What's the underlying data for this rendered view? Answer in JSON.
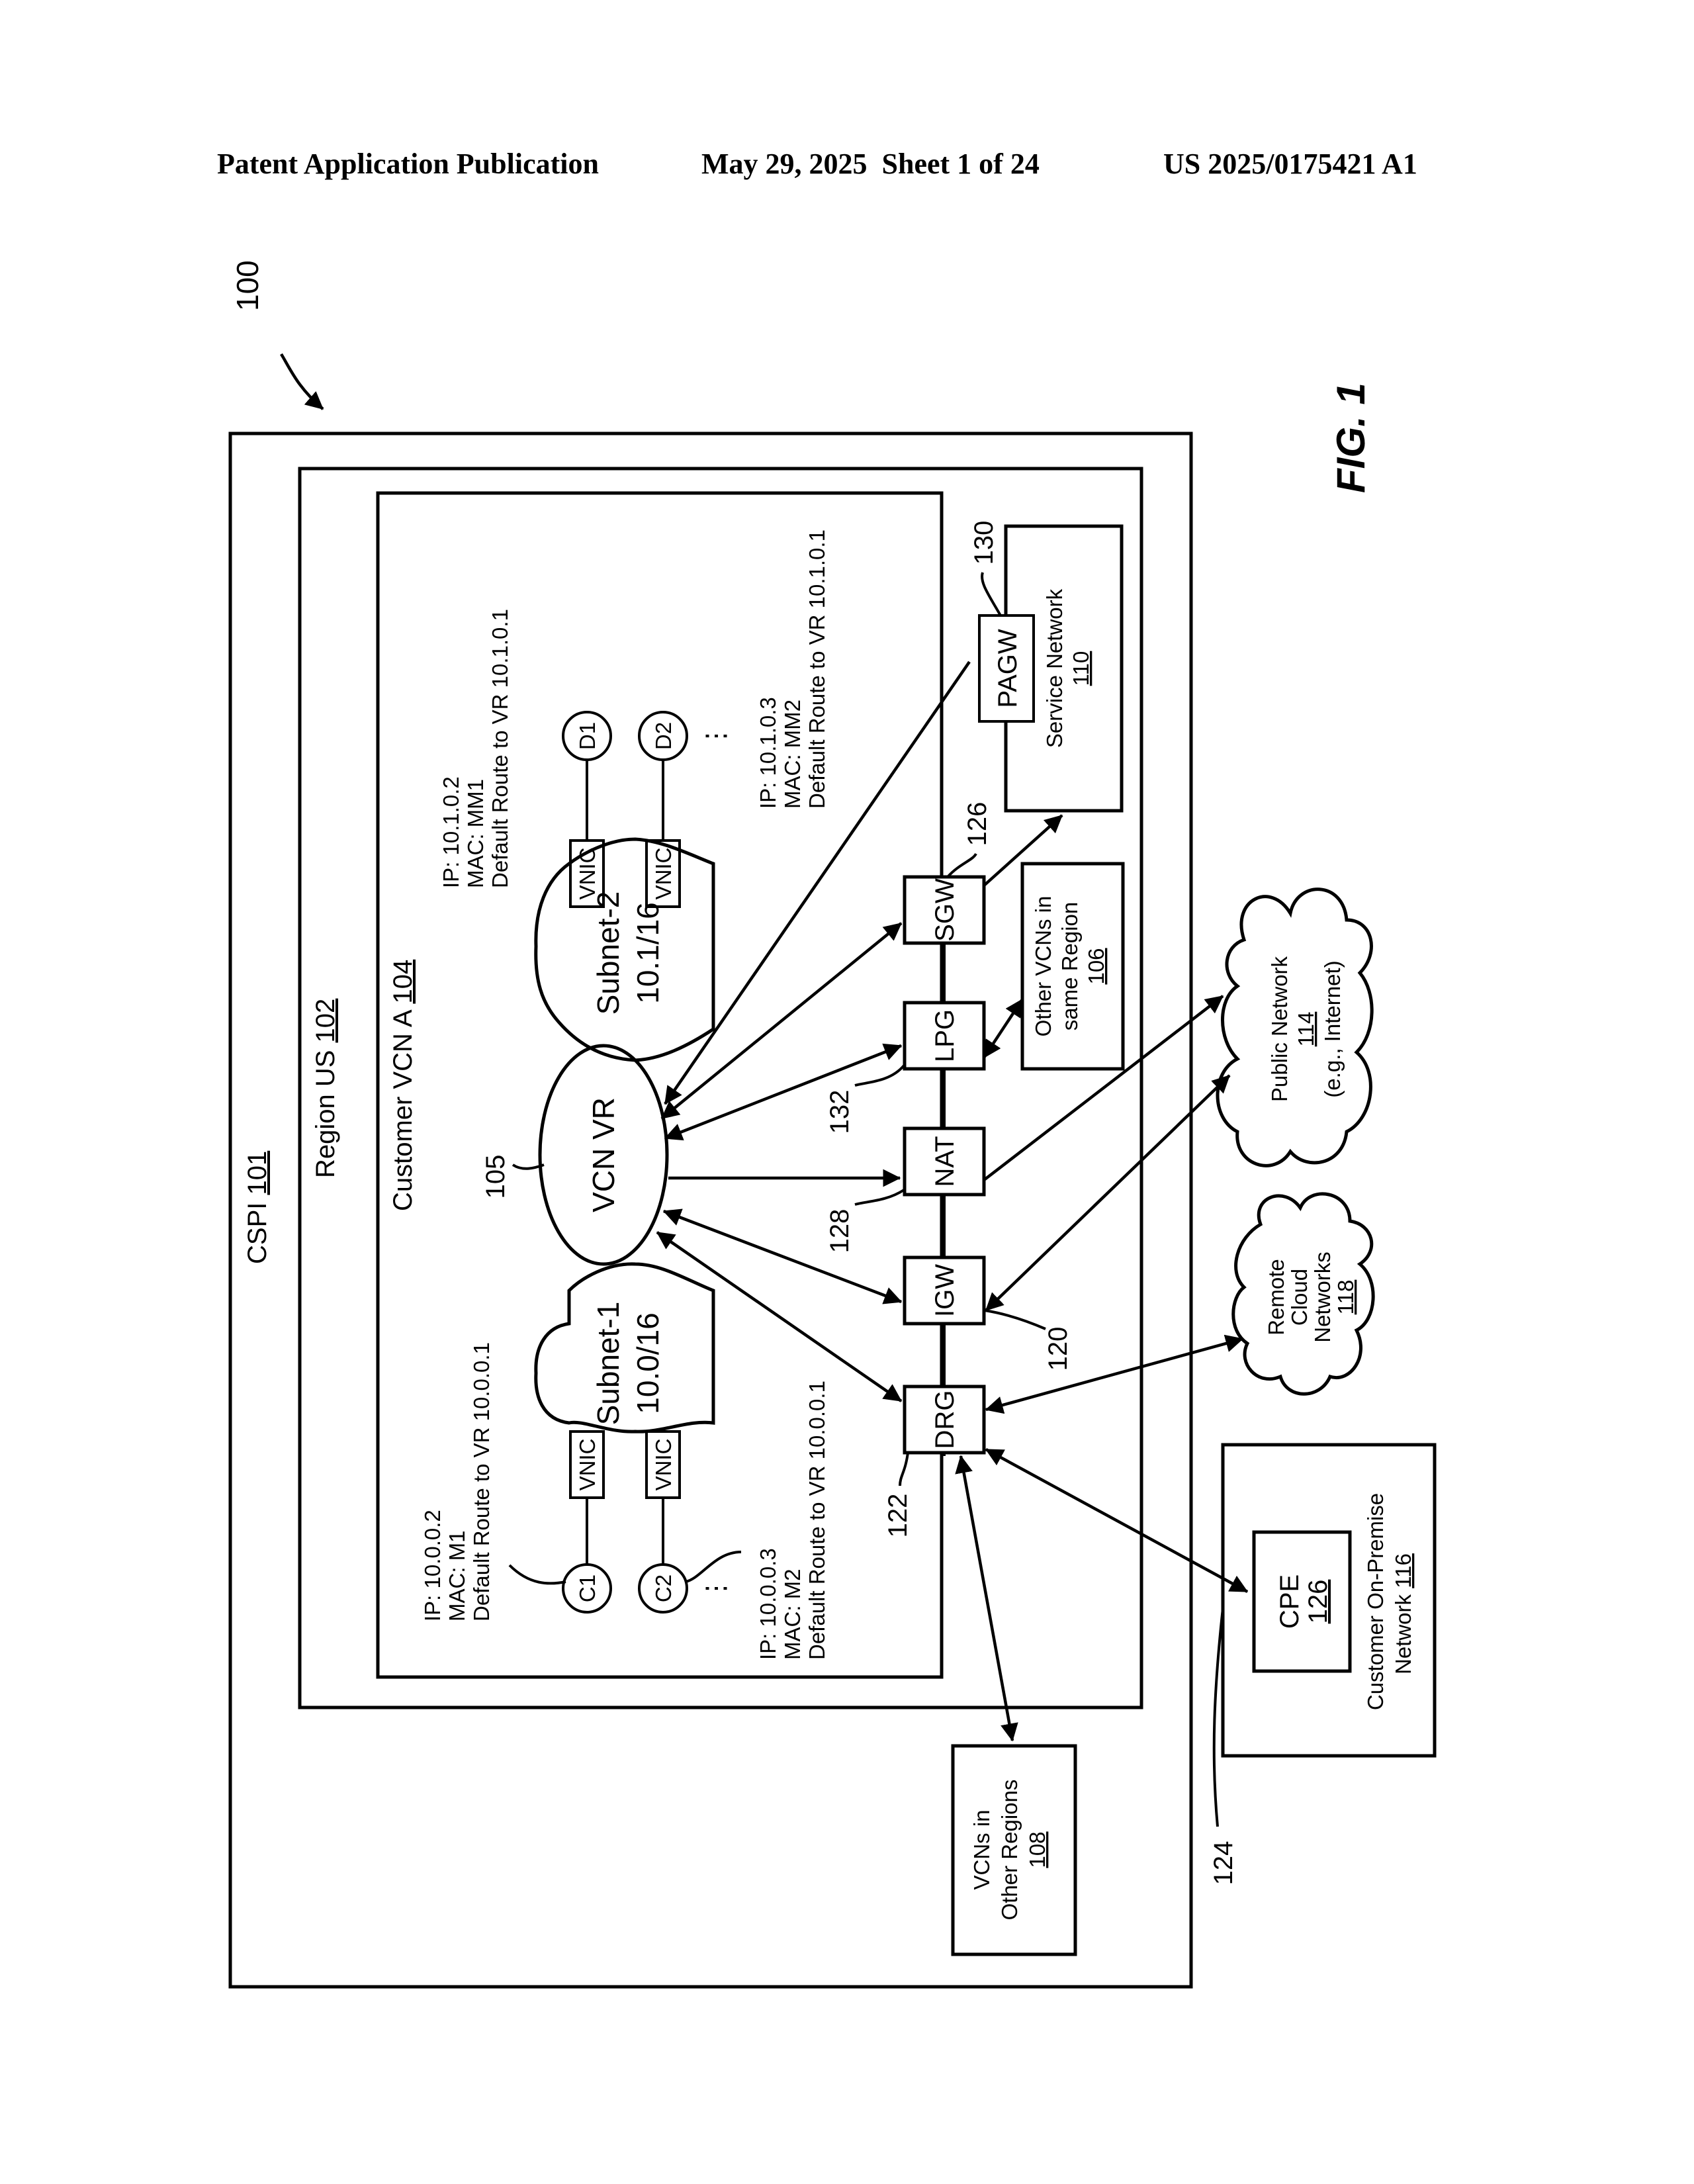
{
  "header": {
    "publication": "Patent Application Publication",
    "date_sheet": "May 29, 2025  Sheet 1 of 24",
    "number": "US 2025/0175421 A1"
  },
  "figure": {
    "label": "FIG. 1",
    "ref_100": "100"
  },
  "nodes": {
    "cspi": {
      "name": "CSPI",
      "ref": "101"
    },
    "region": {
      "name": "Region US",
      "ref": "102"
    },
    "vcn": {
      "name": "Customer VCN A",
      "ref": "104"
    },
    "vcn_vr": {
      "name": "VCN VR",
      "ref": "105"
    },
    "subnet1": {
      "name": "Subnet-1",
      "cidr": "10.0/16"
    },
    "subnet2": {
      "name": "Subnet-2",
      "cidr": "10.1/16"
    },
    "vnic": "VNIC",
    "c1": "C1",
    "c2": "C2",
    "d1": "D1",
    "d2": "D2",
    "ellipsis": "⋮",
    "c1_info": [
      "IP: 10.0.0.2",
      "MAC: M1",
      "Default Route to VR 10.0.0.1"
    ],
    "c2_info": [
      "IP: 10.0.0.3",
      "MAC: M2",
      "Default Route to VR 10.0.0.1"
    ],
    "d1_info": [
      "IP: 10.1.0.2",
      "MAC: MM1",
      "Default Route to VR 10.1.0.1"
    ],
    "d2_info": [
      "IP: 10.1.0.3",
      "MAC: MM2",
      "Default Route to VR 10.1.0.1"
    ],
    "drg": "DRG",
    "igw": "IGW",
    "nat": "NAT",
    "lpg": "LPG",
    "sgw": "SGW",
    "pagw": "PAGW",
    "other_vcns_same": {
      "line1": "Other VCNs in",
      "line2": "same Region",
      "ref": "106"
    },
    "service_network": {
      "name": "Service Network",
      "ref": "110"
    },
    "vcns_other_regions": {
      "line1": "VCNs in",
      "line2": "Other Regions",
      "ref": "108"
    },
    "public_network": {
      "line1": "Public Network",
      "ref": "114",
      "line3": "(e.g., Internet)"
    },
    "remote_cloud": {
      "line1": "Remote",
      "line2": "Cloud",
      "line3": "Networks",
      "ref": "118"
    },
    "customer_onprem": {
      "line1": "Customer On-Premise",
      "line2": "Network",
      "ref": "116"
    },
    "cpe": {
      "name": "CPE",
      "ref": "126"
    }
  },
  "refs": {
    "r105": "105",
    "r120": "120",
    "r122": "122",
    "r124": "124",
    "r126": "126",
    "r128": "128",
    "r130": "130",
    "r132": "132"
  }
}
